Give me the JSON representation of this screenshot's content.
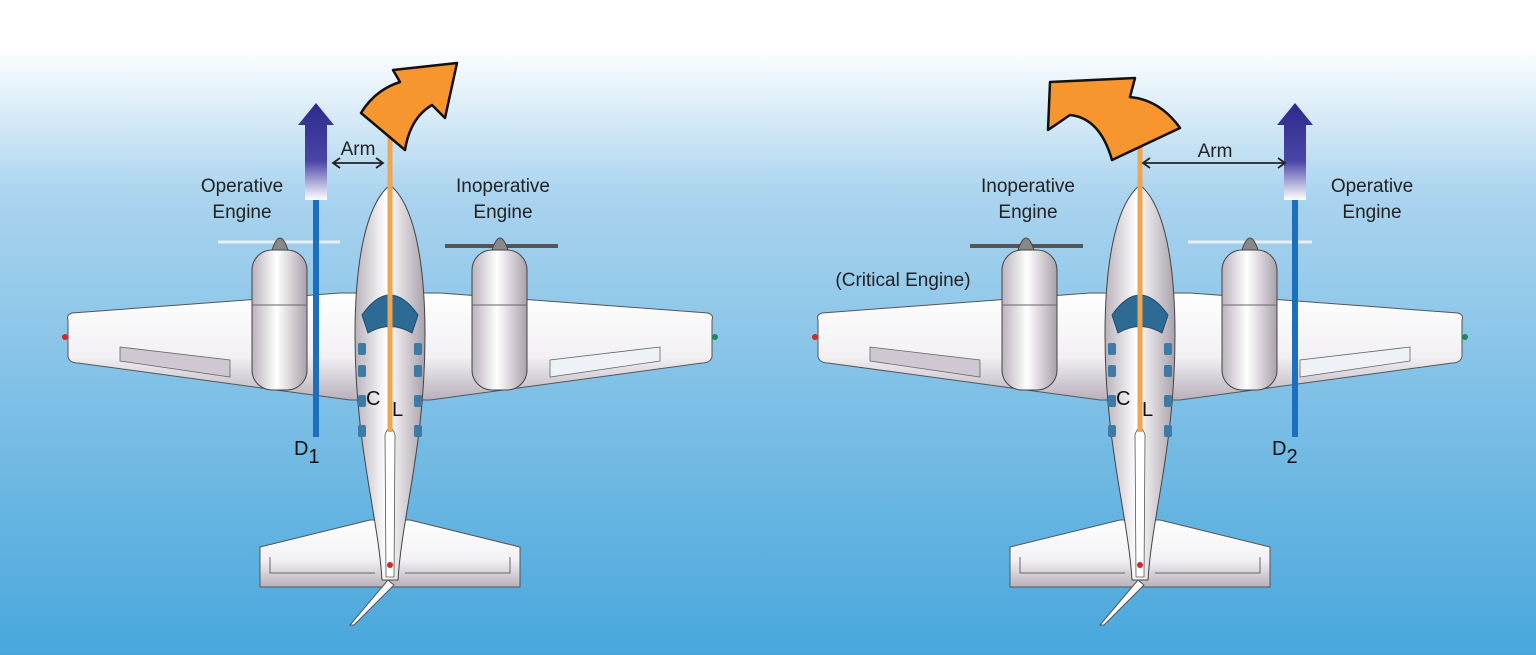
{
  "left_diagram": {
    "operative_label": [
      "Operative",
      "Engine"
    ],
    "inoperative_label": [
      "Inoperative",
      "Engine"
    ],
    "arm_label": "Arm",
    "centerline_label": [
      "C",
      "L"
    ],
    "thrust_line_label": [
      "D",
      "1"
    ]
  },
  "right_diagram": {
    "operative_label": [
      "Operative",
      "Engine"
    ],
    "inoperative_label": [
      "Inoperative",
      "Engine"
    ],
    "critical_label": "(Critical Engine)",
    "arm_label": "Arm",
    "centerline_label": [
      "C",
      "L"
    ],
    "thrust_line_label": [
      "D",
      "2"
    ]
  },
  "colors": {
    "sky_top": "#ffffff",
    "sky_bottom": "#48a7dc",
    "centerline": "#f0a650",
    "yaw_arrow": "#f7962f",
    "thrust_line": "#1a6fbf",
    "thrust_arrow": "#2e2a8c"
  }
}
